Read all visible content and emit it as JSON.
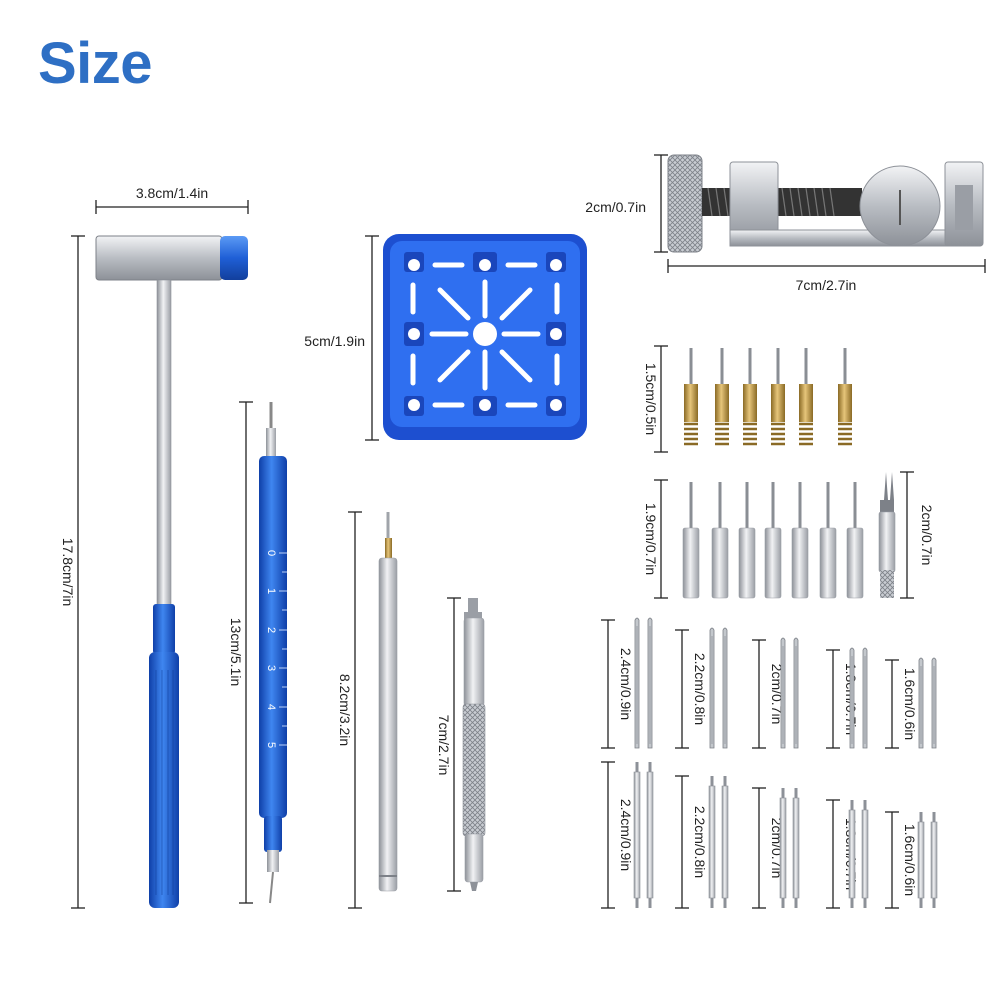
{
  "title": "Size",
  "colors": {
    "title": "#2E6FC4",
    "tool_blue": "#1F5FD6",
    "steel": "#BFC3C8",
    "brass": "#C9A34A"
  },
  "tools": {
    "hammer": {
      "width_label": "3.8cm/1.4in",
      "length_label": "17.8cm/7in"
    },
    "holder": {
      "size_label": "5cm/1.9in"
    },
    "link_remover": {
      "height_label": "2cm/0.7in",
      "width_label": "7cm/2.7in"
    },
    "pin_pusher": {
      "length_label": "13cm/5.1in",
      "scale_marks": [
        "0",
        "1",
        "2",
        "3",
        "4",
        "5"
      ]
    },
    "punch": {
      "length_label": "8.2cm/3.2in"
    },
    "spring_bar_tool": {
      "length_label": "7cm/2.7in"
    },
    "brass_pins": {
      "length_label": "1.5cm/0.5in"
    },
    "steel_pins": {
      "length_label": "1.9cm/0.7in"
    },
    "fork_pin": {
      "length_label": "2cm/0.7in"
    },
    "split_pins": [
      "2.4cm/0.9in",
      "2.2cm/0.8in",
      "2cm/0.7in",
      "1.8cm/0.7in",
      "1.6cm/0.6in"
    ],
    "spring_bars": [
      "2.4cm/0.9in",
      "2.2cm/0.8in",
      "2cm/0.7in",
      "1.8cm/0.7in",
      "1.6cm/0.6in"
    ]
  }
}
